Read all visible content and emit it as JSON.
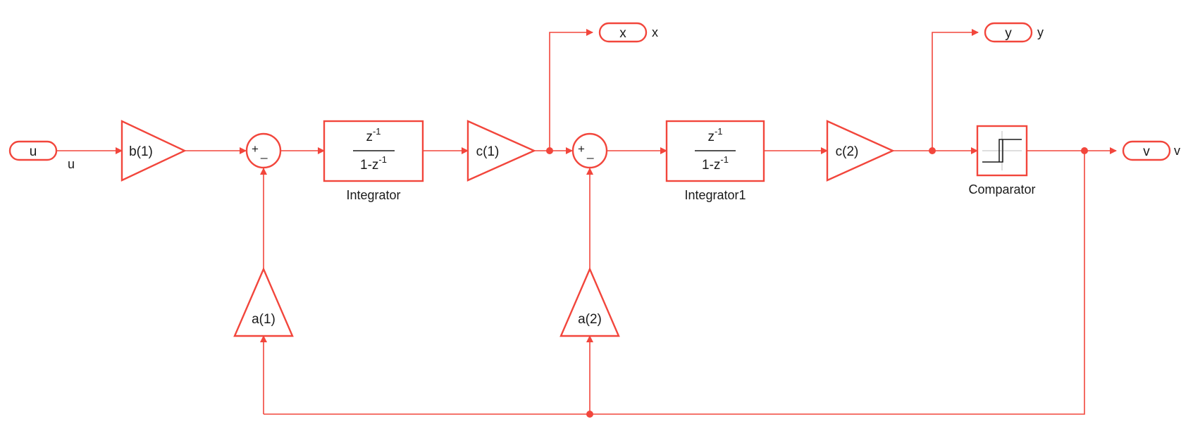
{
  "colors": {
    "line": "#f2463c",
    "text": "#1a1a1a",
    "block_fill": "#ffffff"
  },
  "inport_u": {
    "label": "u",
    "signal_name": "u"
  },
  "outport_x": {
    "label": "x",
    "signal_name": "x"
  },
  "outport_y": {
    "label": "y",
    "signal_name": "y"
  },
  "outport_v": {
    "label": "v",
    "signal_name": "v"
  },
  "gain_b1": {
    "label": "b(1)"
  },
  "gain_c1": {
    "label": "c(1)"
  },
  "gain_c2": {
    "label": "c(2)"
  },
  "gain_a1": {
    "label": "a(1)"
  },
  "gain_a2": {
    "label": "a(2)"
  },
  "sum1": {
    "sign_plus": "+",
    "sign_minus": "_"
  },
  "sum2": {
    "sign_plus": "+",
    "sign_minus": "_"
  },
  "integrator": {
    "name": "Integrator",
    "num_base": "z",
    "num_exp": "-1",
    "den_base": "1-z",
    "den_exp": "-1"
  },
  "integrator1": {
    "name": "Integrator1",
    "num_base": "z",
    "num_exp": "-1",
    "den_base": "1-z",
    "den_exp": "-1"
  },
  "comparator": {
    "name": "Comparator",
    "icon": "hysteresis-relay-icon"
  }
}
